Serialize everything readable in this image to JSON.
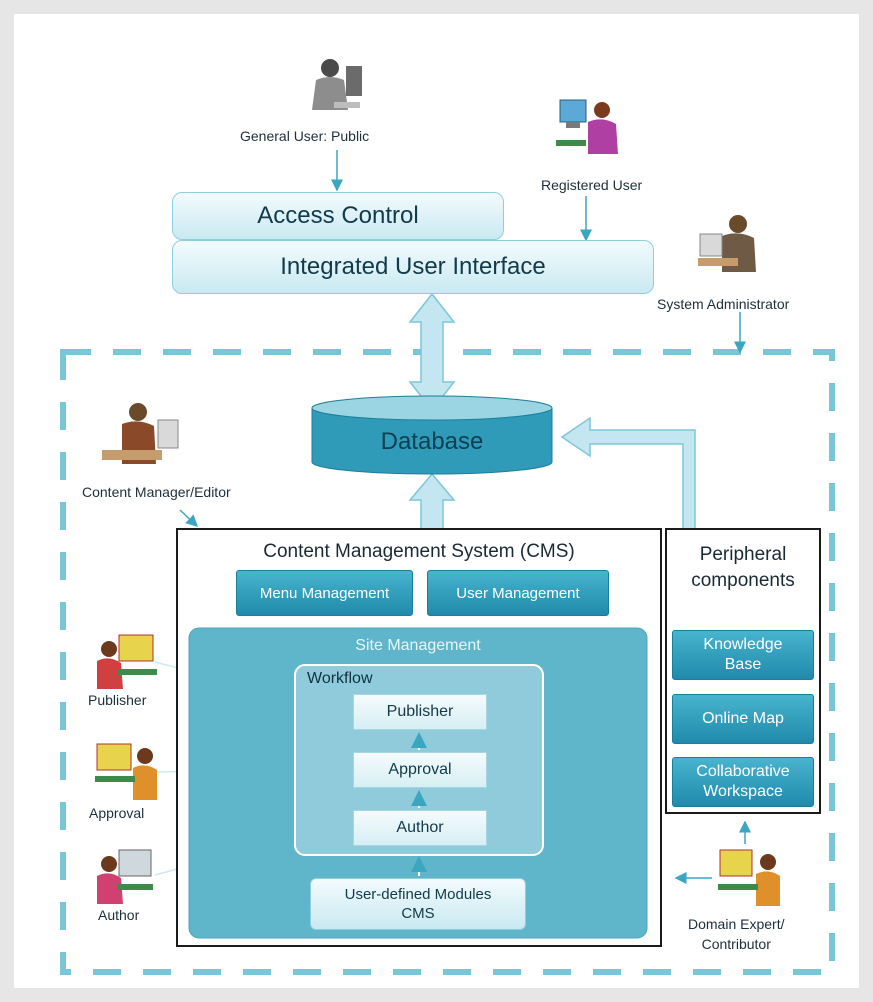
{
  "actors": {
    "general_user": "General User: Public",
    "registered_user": "Registered User",
    "system_admin": "System Administrator",
    "content_manager": "Content Manager/Editor",
    "publisher": "Publisher",
    "approval": "Approval",
    "author": "Author",
    "domain_expert": "Domain Expert/\nContributor"
  },
  "top": {
    "access_control": "Access Control",
    "integrated_ui": "Integrated User Interface"
  },
  "database": "Database",
  "cms": {
    "title": "Content Management System (CMS)",
    "menu_management": "Menu Management",
    "user_management": "User Management",
    "site_management": "Site Management",
    "workflow": "Workflow",
    "wf_publisher": "Publisher",
    "wf_approval": "Approval",
    "wf_author": "Author",
    "user_defined": "User-defined Modules\nCMS"
  },
  "peripheral": {
    "title": "Peripheral\ncomponents",
    "knowledge_base": "Knowledge\nBase",
    "online_map": "Online Map",
    "collaborative": "Collaborative\nWorkspace"
  },
  "colors": {
    "accent": "#2a9bba",
    "dash": "#79c6d9",
    "arrow_fill": "#c3e6f0",
    "arrow_stroke": "#7cc6d9"
  }
}
